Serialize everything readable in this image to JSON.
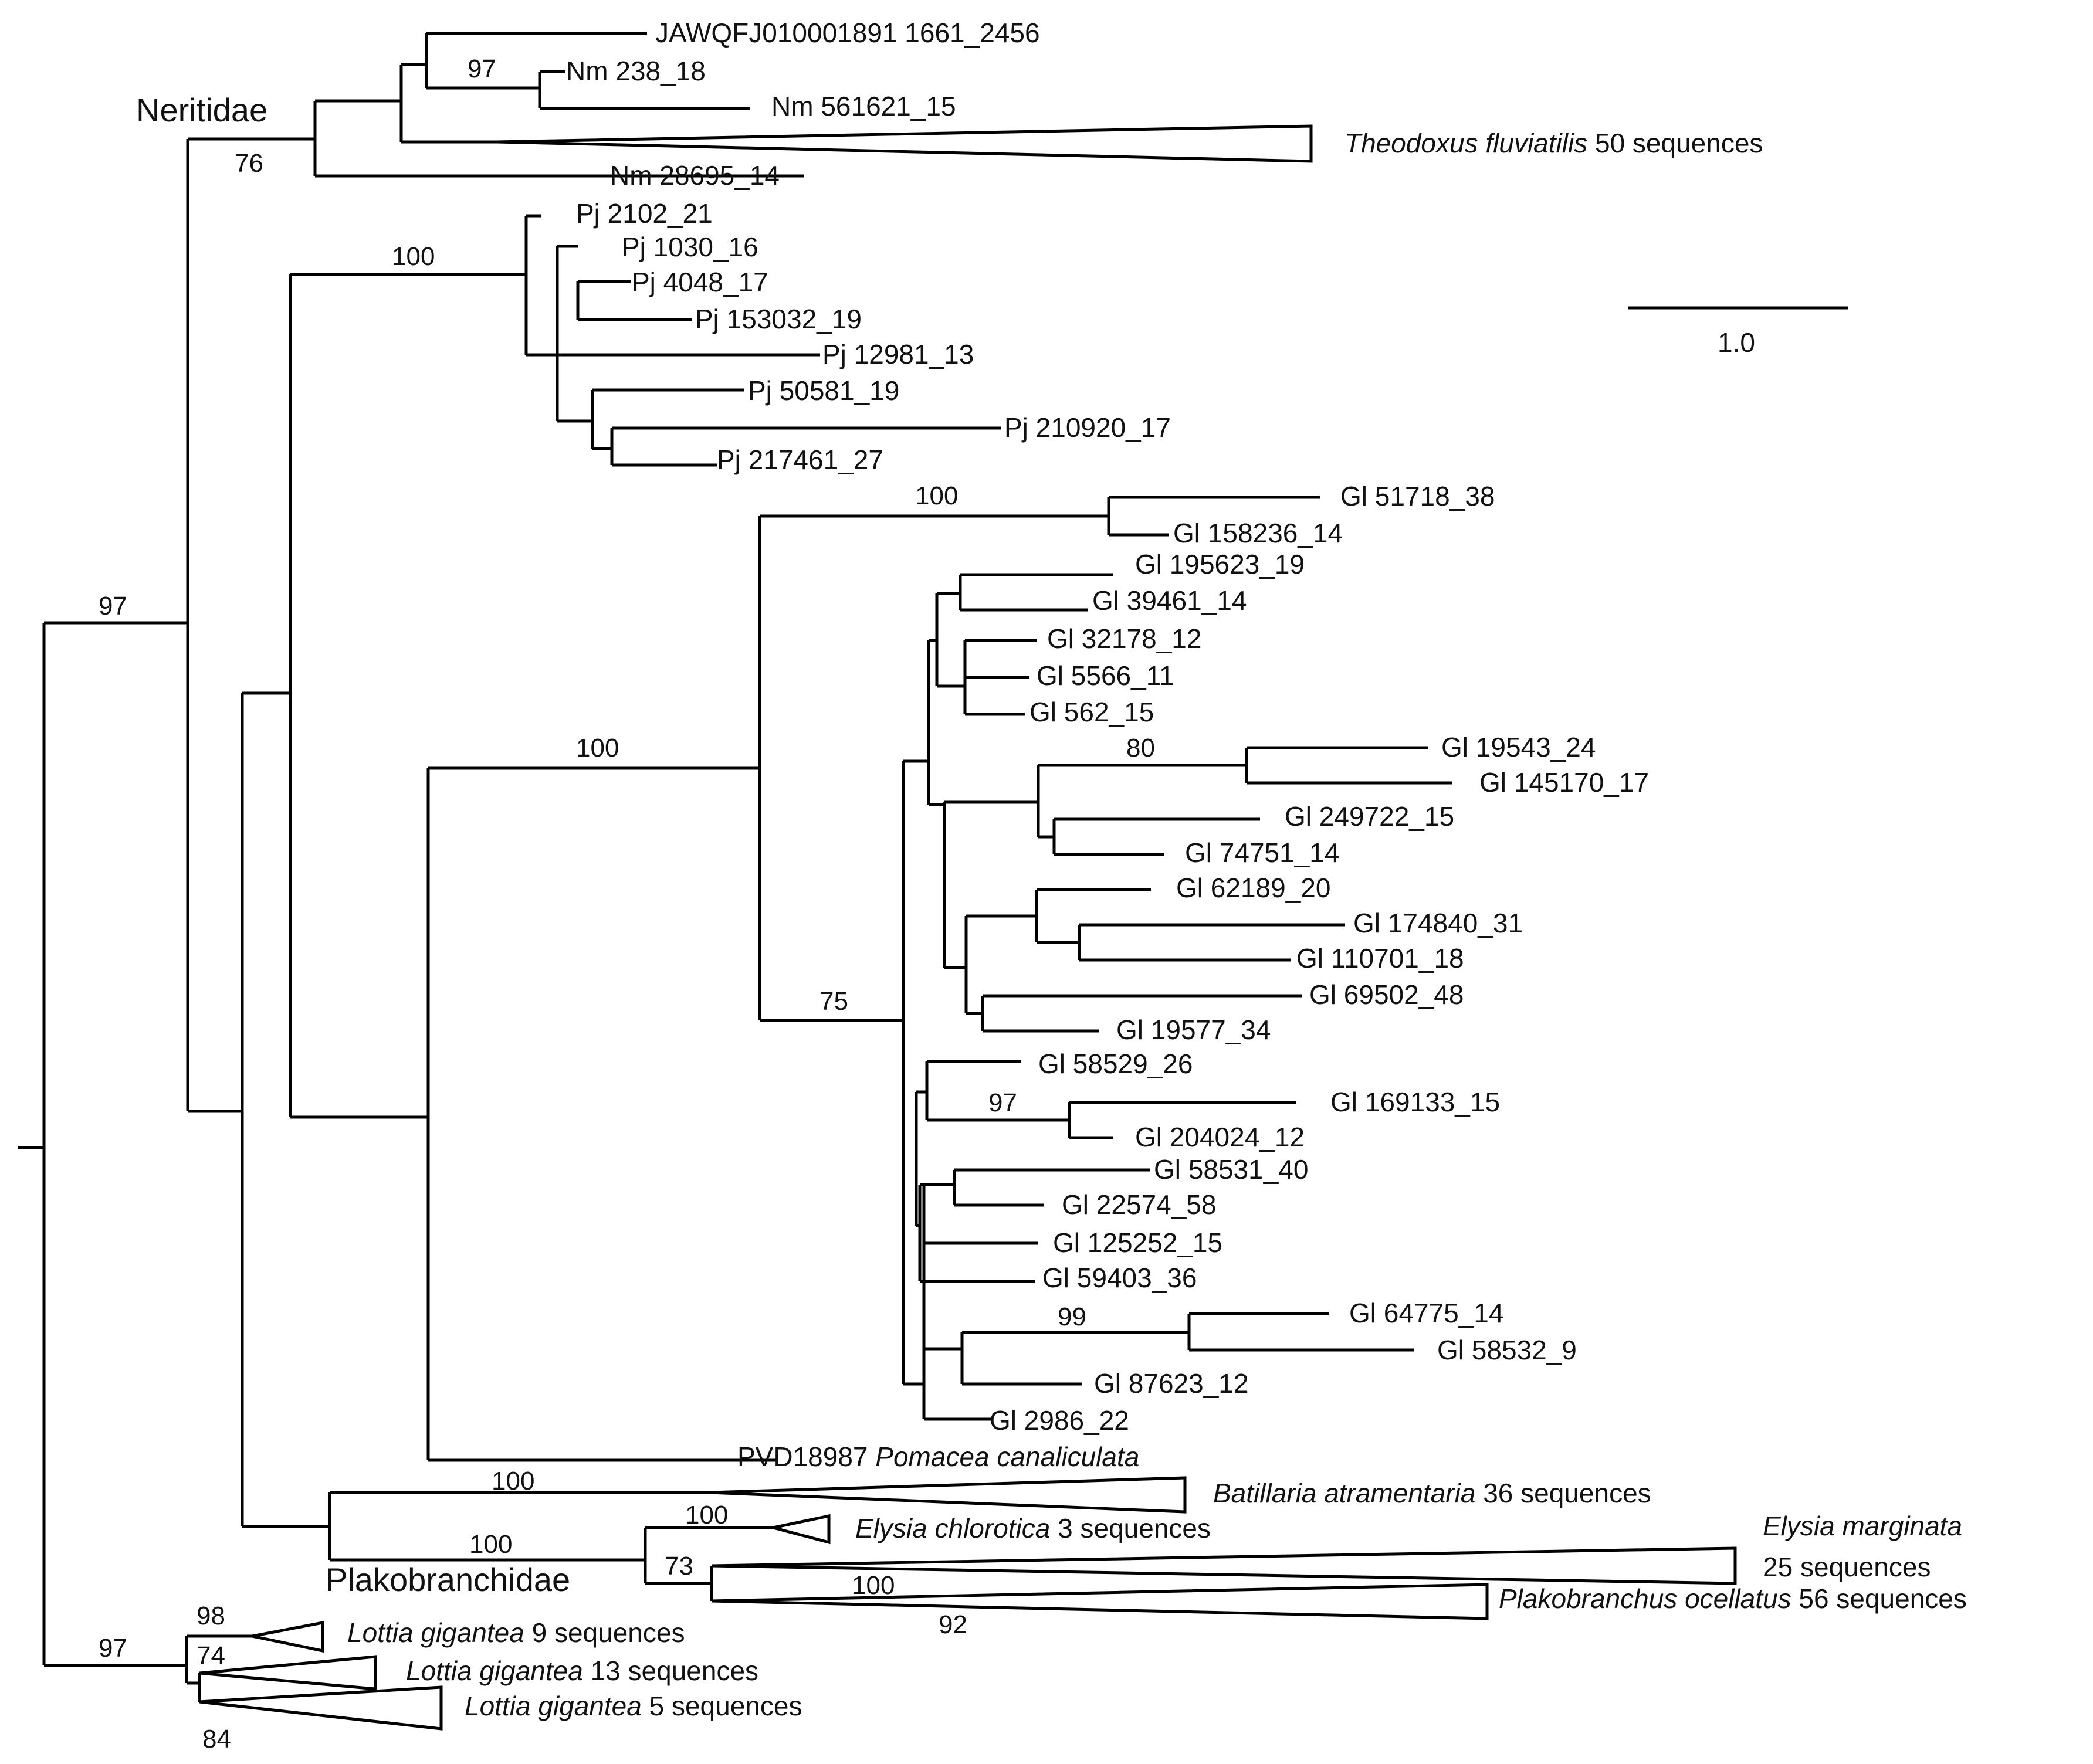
{
  "clades": {
    "neritidae": "Neritidae",
    "plakobranchidae": "Plakobranchidae"
  },
  "scale": {
    "label": "1.0"
  },
  "leaves": {
    "jawqfj": "JAWQFJ010001891 1661_2456",
    "nm238": "Nm 238_18",
    "nm561621": "Nm 561621_15",
    "theodoxus": {
      "species": "Theodoxus fluviatilis",
      "rest": " 50 sequences"
    },
    "nm28695": "Nm 28695_14",
    "pj2102": "Pj 2102_21",
    "pj1030": "Pj 1030_16",
    "pj4048": "Pj 4048_17",
    "pj153032": "Pj 153032_19",
    "pj12981": "Pj 12981_13",
    "pj50581": "Pj 50581_19",
    "pj210920": "Pj 210920_17",
    "pj217461": "Pj 217461_27",
    "gl51718": "Gl 51718_38",
    "gl158236": "Gl 158236_14",
    "gl195623": "Gl 195623_19",
    "gl39461": "Gl 39461_14",
    "gl32178": "Gl 32178_12",
    "gl5566": "Gl 5566_11",
    "gl562": "Gl 562_15",
    "gl19543": "Gl 19543_24",
    "gl145170": "Gl 145170_17",
    "gl249722": "Gl 249722_15",
    "gl74751": "Gl 74751_14",
    "gl62189": "Gl 62189_20",
    "gl174840": "Gl 174840_31",
    "gl110701": "Gl 110701_18",
    "gl69502": "Gl 69502_48",
    "gl19577": "Gl 19577_34",
    "gl58529": "Gl 58529_26",
    "gl169133": "Gl 169133_15",
    "gl204024": "Gl 204024_12",
    "gl58531": "Gl 58531_40",
    "gl22574": "Gl 22574_58",
    "gl125252": "Gl 125252_15",
    "gl59403": "Gl 59403_36",
    "gl64775": "Gl 64775_14",
    "gl58532": "Gl 58532_9",
    "gl87623": "Gl 87623_12",
    "gl2986": "Gl 2986_22",
    "pvd": {
      "prefix": "PVD18987 ",
      "species": "Pomacea canaliculata"
    },
    "batillaria": {
      "species": "Batillaria atramentaria",
      "rest": " 36 sequences"
    },
    "elysia_chl": {
      "species": "Elysia chlorotica",
      "rest": " 3 sequences"
    },
    "elysia_mar": {
      "species": "Elysia marginata",
      "rest": "25 sequences"
    },
    "plako": {
      "species": "Plakobranchus ocellatus",
      "rest": " 56 sequences"
    },
    "lottia9": {
      "species": "Lottia gigantea",
      "rest": " 9 sequences"
    },
    "lottia13": {
      "species": "Lottia gigantea",
      "rest": " 13 sequences"
    },
    "lottia5": {
      "species": "Lottia gigantea",
      "rest": " 5 sequences"
    }
  },
  "bootstraps": {
    "b97_nm": "97",
    "b76": "76",
    "b100_pj": "100",
    "b97_root": "97",
    "b100_gl1": "100",
    "b100_gl": "100",
    "b80": "80",
    "b75": "75",
    "b97_gl": "97",
    "b99": "99",
    "b100_bat": "100",
    "b100_plk": "100",
    "b100_ely": "100",
    "b73": "73",
    "b100_plako": "100",
    "b92": "92",
    "b98": "98",
    "b74": "74",
    "b97_lot": "97",
    "b84": "84"
  }
}
